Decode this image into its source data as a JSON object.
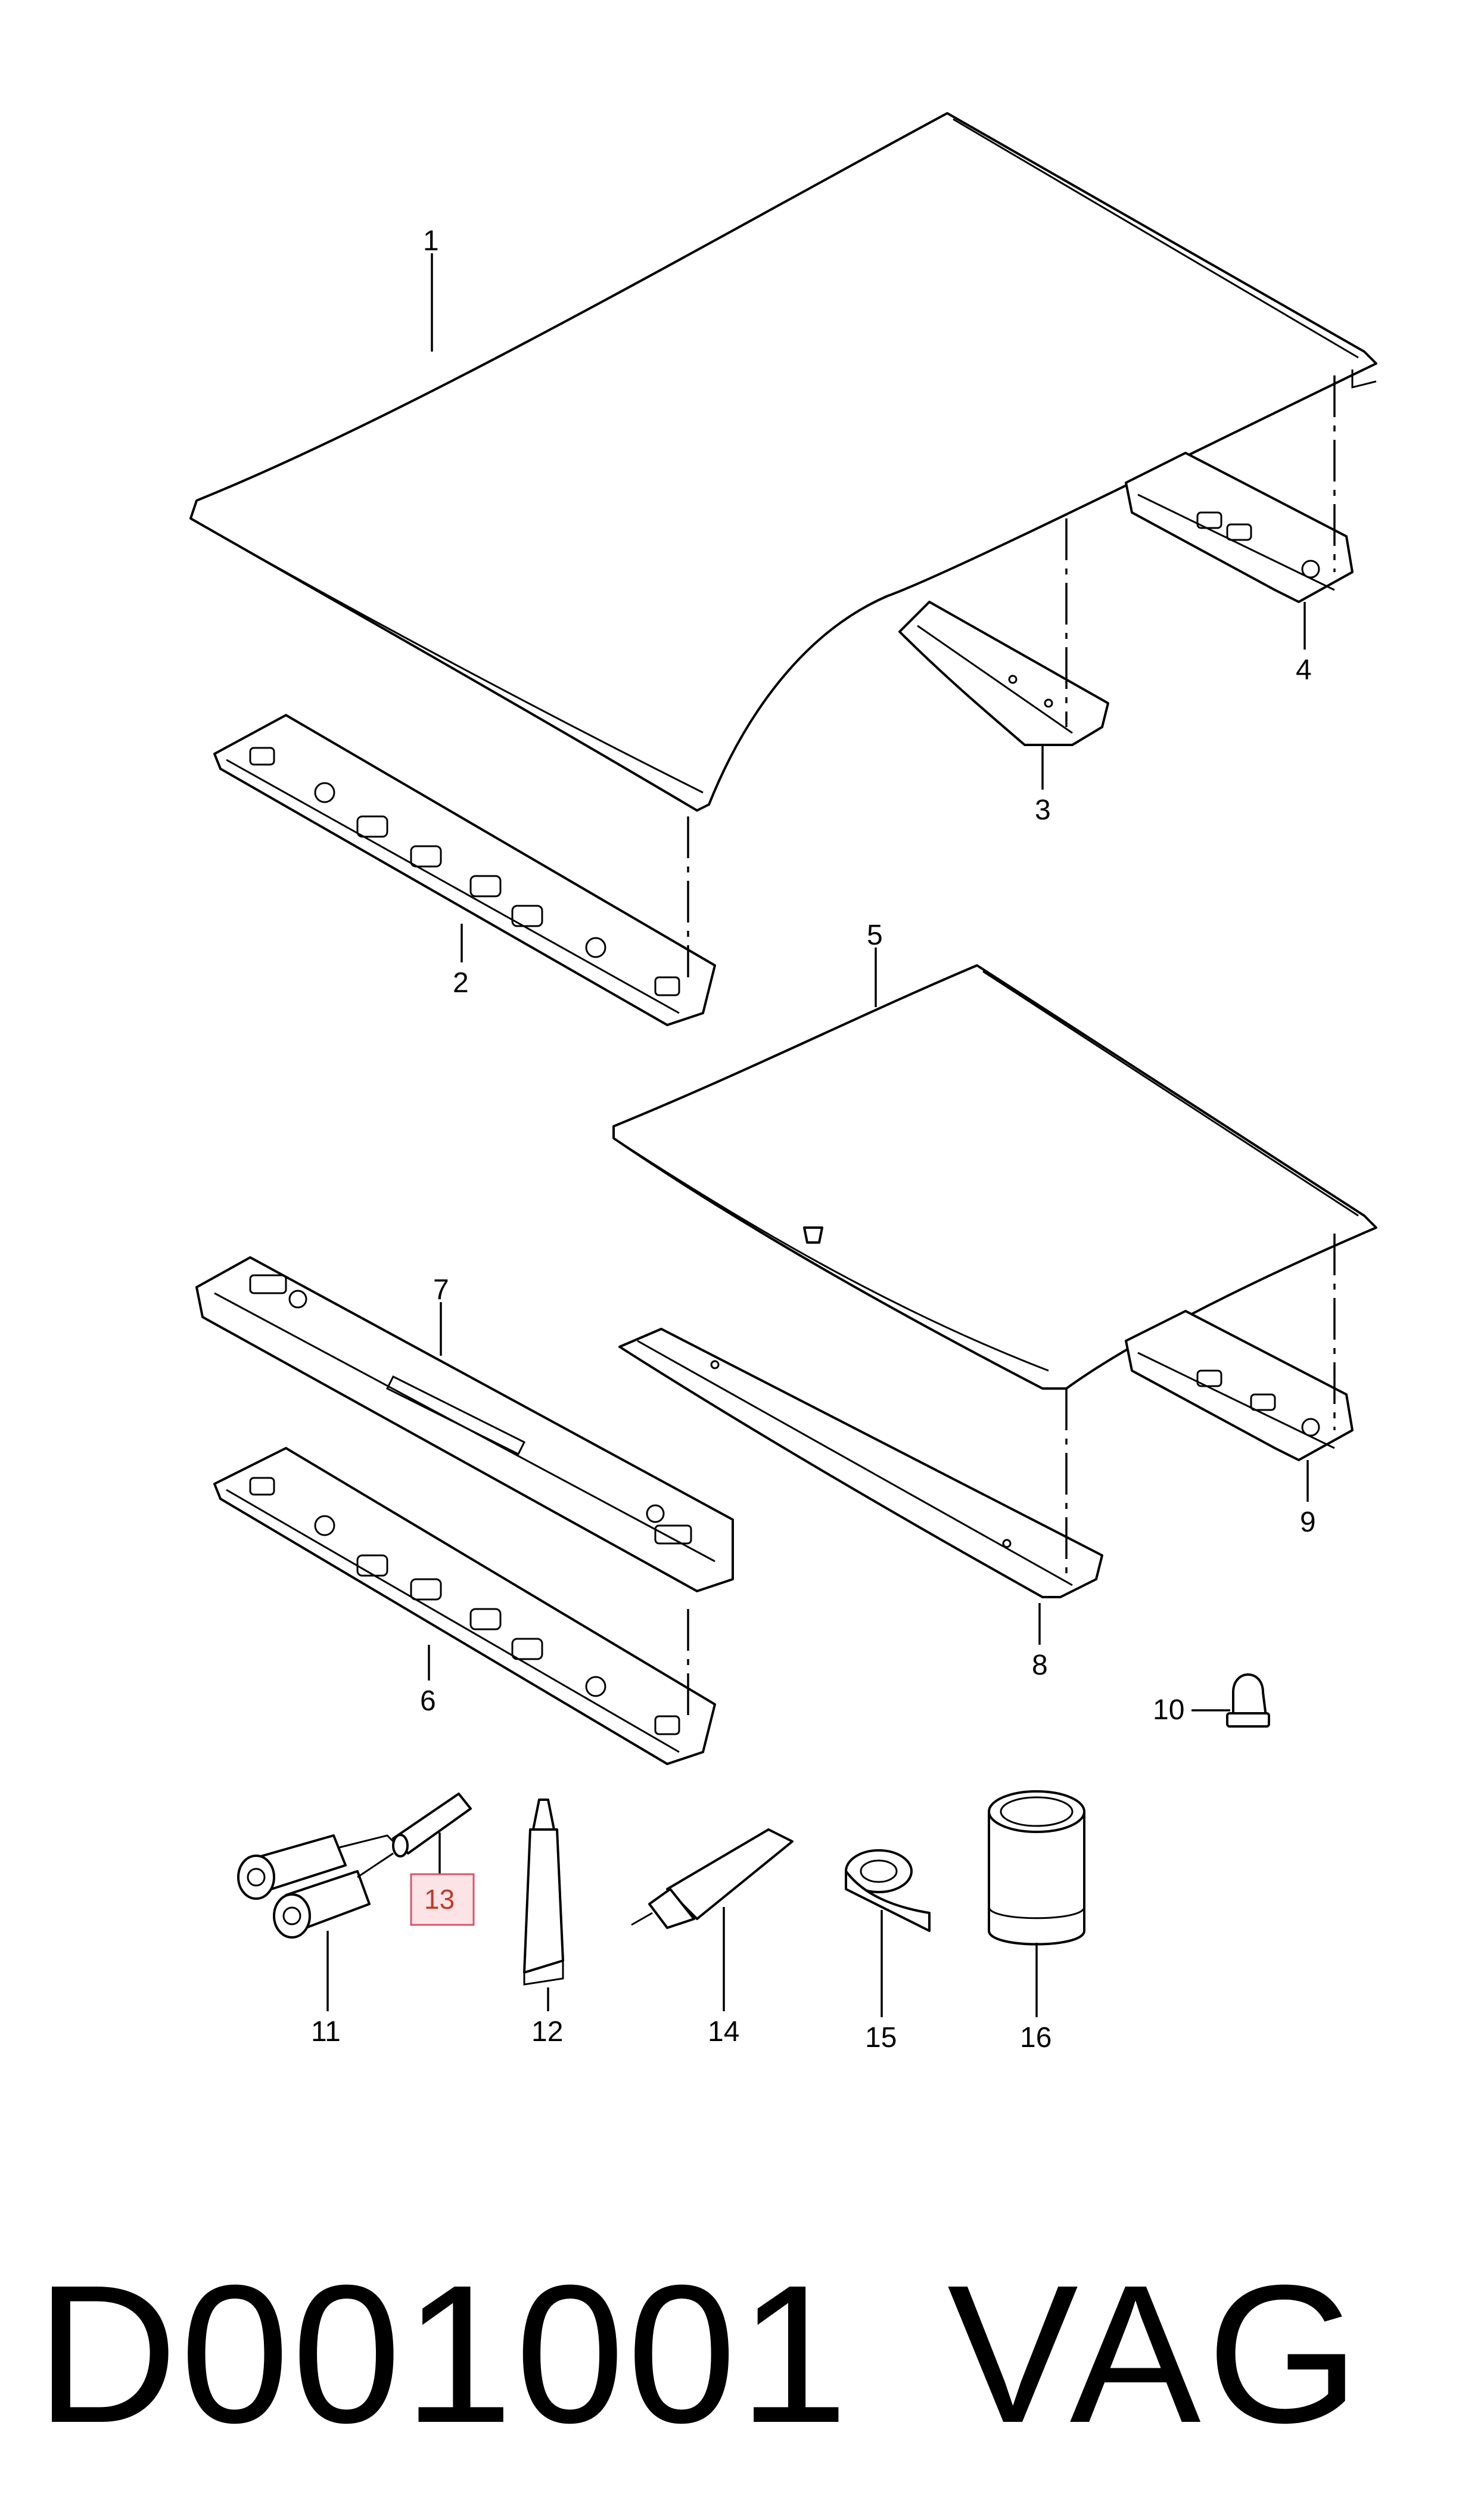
{
  "diagram": {
    "callouts": [
      "1",
      "2",
      "3",
      "4",
      "5",
      "6",
      "7",
      "8",
      "9",
      "10",
      "11",
      "12",
      "13",
      "14",
      "15",
      "16"
    ],
    "highlighted_callout": "13"
  },
  "footer": {
    "code": "D001001",
    "brand": "VAG"
  }
}
